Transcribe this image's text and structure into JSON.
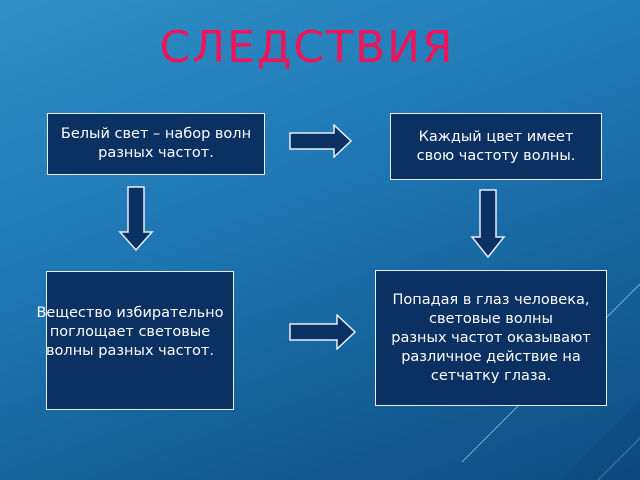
{
  "title": "СЛЕДСТВИЯ",
  "boxes": {
    "white_light": "Белый свет – набор волн\nразных частот.",
    "each_color": "Каждый цвет имеет\nсвою частоту волны.",
    "substance": "Вещество избирательно\nпоглощает световые\nволны разных частот.",
    "eye": "Попадая в глаз человека,\nсветовые волны\nразных частот оказывают\nразличное действие на\nсетчатку глаза."
  },
  "colors": {
    "title": "#f0145a",
    "box_fill": "#0b3163",
    "arrow_fill": "#0b3163",
    "arrow_stroke": "#e8eef6",
    "background": "#1f78b4"
  }
}
